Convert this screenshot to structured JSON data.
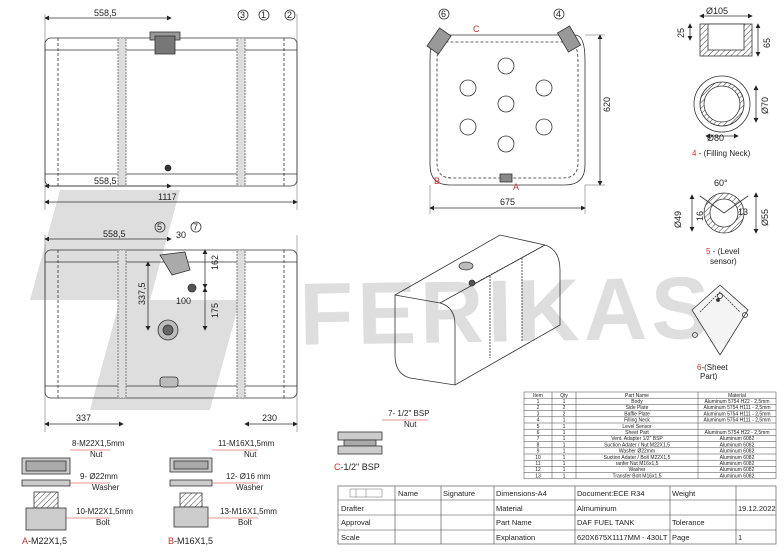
{
  "watermark": "FERIKAS",
  "front_view": {
    "dim_top": "558,5",
    "dim_inner": "558,5",
    "dim_total": "1117",
    "markers": [
      "3",
      "1",
      "2"
    ]
  },
  "bottom_view": {
    "dim_top": "558,5",
    "dim_337_5": "337,5",
    "dim_100": "100",
    "dim_175": "175",
    "dim_162": "162",
    "dim_30": "30",
    "dim_left": "337",
    "dim_right": "230",
    "markers": [
      "5",
      "7"
    ]
  },
  "side_view": {
    "height": "620",
    "width": "675",
    "markers": [
      "6",
      "4"
    ],
    "letters": {
      "c": "C",
      "b": "B",
      "a": "A"
    }
  },
  "neck": {
    "d105": "Ø105",
    "d25": "25",
    "d65": "65",
    "d70": "Ø70",
    "d80": "Ø80",
    "caption_num": "4",
    "caption_text": " - (Filling Neck)"
  },
  "sensor": {
    "angle": "60°",
    "d49": "Ø49",
    "d16": "16",
    "d13": "13",
    "d55": "Ø55",
    "caption_num": "5",
    "caption_text": " - (Level",
    "caption_text2": "sensor)"
  },
  "sheet_part": {
    "caption_num": "6",
    "caption_text": "-(Sheet",
    "caption_text2": "Part)"
  },
  "fittings": {
    "a": {
      "nut_label": "8-M22X1,5mm",
      "nut_sub": "Nut",
      "washer_label": "9- Ø22mm",
      "washer_sub": "Washer",
      "bolt_label": "10-M22X1,5mm",
      "bolt_sub": "Bolt",
      "caption_letter": "A",
      "caption_text": "-M22X1,5"
    },
    "b": {
      "nut_label": "11-M16X1,5mm",
      "nut_sub": "Nut",
      "washer_label": "12- Ø16 mm",
      "washer_sub": "Washer",
      "bolt_label": "13-M16X1,5mm",
      "bolt_sub": "Bolt",
      "caption_letter": "B",
      "caption_text": "-M16X1,5"
    },
    "c": {
      "nut_label": "7- 1/2\" BSP",
      "nut_sub": "Nut",
      "caption_letter": "C",
      "caption_text": "-1/2\" BSP"
    }
  },
  "parts_table": {
    "headers": [
      "Item",
      "Qty",
      "Part Name",
      "Material"
    ],
    "rows": [
      [
        "1",
        "1",
        "Body",
        "Aluminum 5754 H22 - 2,5mm"
      ],
      [
        "2",
        "2",
        "Side Plate",
        "Aluminum 5754 H111 - 2,5mm"
      ],
      [
        "3",
        "2",
        "Baffle Plate",
        "Aluminum 5754 H111 - 2,5mm"
      ],
      [
        "4",
        "1",
        "Filling Neck",
        "Aluminum 5754 H111 - 2,5mm"
      ],
      [
        "5",
        "1",
        "Level Sensor",
        ""
      ],
      [
        "6",
        "1",
        "Sheet Part",
        "Aluminum 5754 H22 - 2,5mm"
      ],
      [
        "7",
        "1",
        "Vent. Adapter 1/2\" BSP",
        "Aluminum 6082"
      ],
      [
        "8",
        "1",
        "Suction Adater / Nut M22X1,5",
        "Aluminum 6082"
      ],
      [
        "9",
        "1",
        "Washer Ø22mm",
        "Aluminum 6082"
      ],
      [
        "10",
        "1",
        "Suction Adater / Bolt M22X1,5",
        "Aluminum 6082"
      ],
      [
        "11",
        "1",
        "ranfer Nut M16x1,5",
        "Aluminum 6082"
      ],
      [
        "12",
        "1",
        "Washer",
        "Aluminum 6082"
      ],
      [
        "13",
        "1",
        "Transfer Bolt M16x1,5",
        "Aluminum 6082"
      ]
    ]
  },
  "title_block": {
    "col_name": "Name",
    "col_signature": "Signature",
    "dimensions": "Dimensions-A4",
    "document": "Document:ECE R34",
    "weight": "Weight",
    "drafter": "Drafter",
    "material_label": "Material",
    "material_value": "Almuminum",
    "date": "19.12.2022",
    "approval": "Approval",
    "part_name_label": "Part Name",
    "part_name_value": "DAF FUEL TANK",
    "tolerance": "Tolerance",
    "scale": "Scale",
    "explanation_label": "Explanation",
    "explanation_value": "620X675X1117MM - 430LT",
    "page_label": "Page",
    "page_value": "1"
  }
}
